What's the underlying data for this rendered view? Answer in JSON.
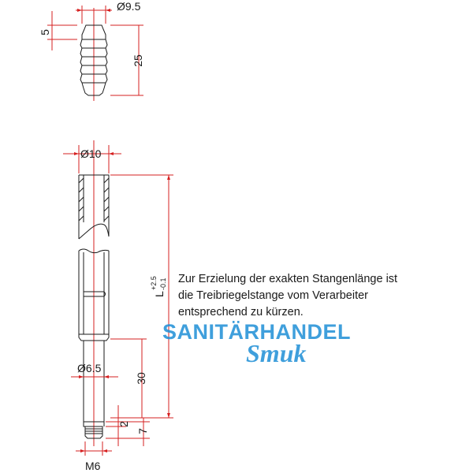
{
  "drawing": {
    "plug": {
      "diameter_label": "Ø9.5",
      "top_height_label": "5",
      "length_label": "25"
    },
    "rod": {
      "diameter_label": "Ø10",
      "length_label_main": "L",
      "tolerance_upper": "+2.5",
      "tolerance_lower": "-0.1",
      "shank_diameter_label": "Ø6.5",
      "shank_length_label": "30",
      "thread_gap_label": "2",
      "thread_length_label": "7",
      "thread_label": "M6"
    }
  },
  "note": {
    "lines": [
      "Zur Erzielung der exakten Stangenlänge ist",
      "die Treibriegelstange vom Verarbeiter",
      "entsprechend zu kürzen."
    ]
  },
  "watermark": {
    "line1": "SANITÄRHANDEL",
    "line2": "Smuk",
    "color": "#1e8fd6"
  }
}
